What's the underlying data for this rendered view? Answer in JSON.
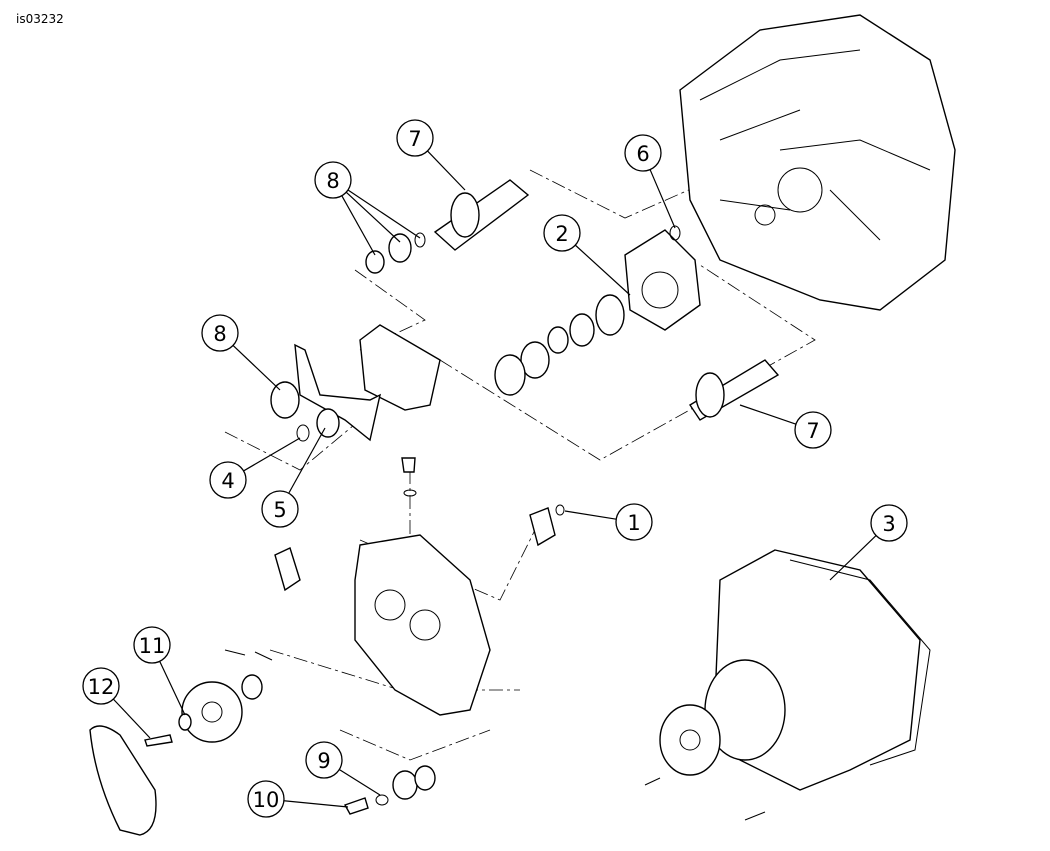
{
  "figure_id": "is03232",
  "callouts": [
    {
      "id": "c7a",
      "label": "7"
    },
    {
      "id": "c8a",
      "label": "8"
    },
    {
      "id": "c6",
      "label": "6"
    },
    {
      "id": "c2",
      "label": "2"
    },
    {
      "id": "c8b",
      "label": "8"
    },
    {
      "id": "c7b",
      "label": "7"
    },
    {
      "id": "c4",
      "label": "4"
    },
    {
      "id": "c5",
      "label": "5"
    },
    {
      "id": "c1",
      "label": "1"
    },
    {
      "id": "c3",
      "label": "3"
    },
    {
      "id": "c11",
      "label": "11"
    },
    {
      "id": "c12",
      "label": "12"
    },
    {
      "id": "c9",
      "label": "9"
    },
    {
      "id": "c10",
      "label": "10"
    }
  ]
}
